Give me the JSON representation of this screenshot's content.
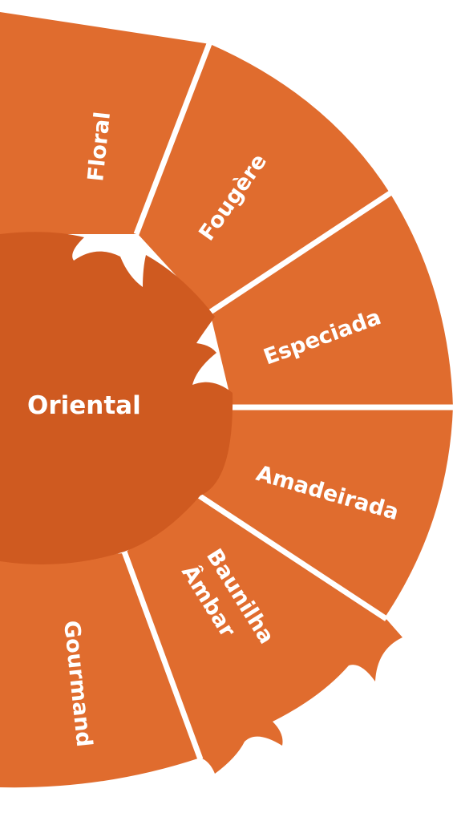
{
  "wheel": {
    "center_label": "Oriental",
    "segments": [
      {
        "label": "Floral"
      },
      {
        "label": "Fougère"
      },
      {
        "label": "Especiada"
      },
      {
        "label": "Amadeirada"
      },
      {
        "label_line1": "Baunilha",
        "label_line2": "Âmbar"
      },
      {
        "label": "Gourmand"
      }
    ]
  },
  "colors": {
    "segment": "#e06c2e",
    "center": "#cf5a20",
    "divider": "#ffffff",
    "text": "#ffffff"
  }
}
